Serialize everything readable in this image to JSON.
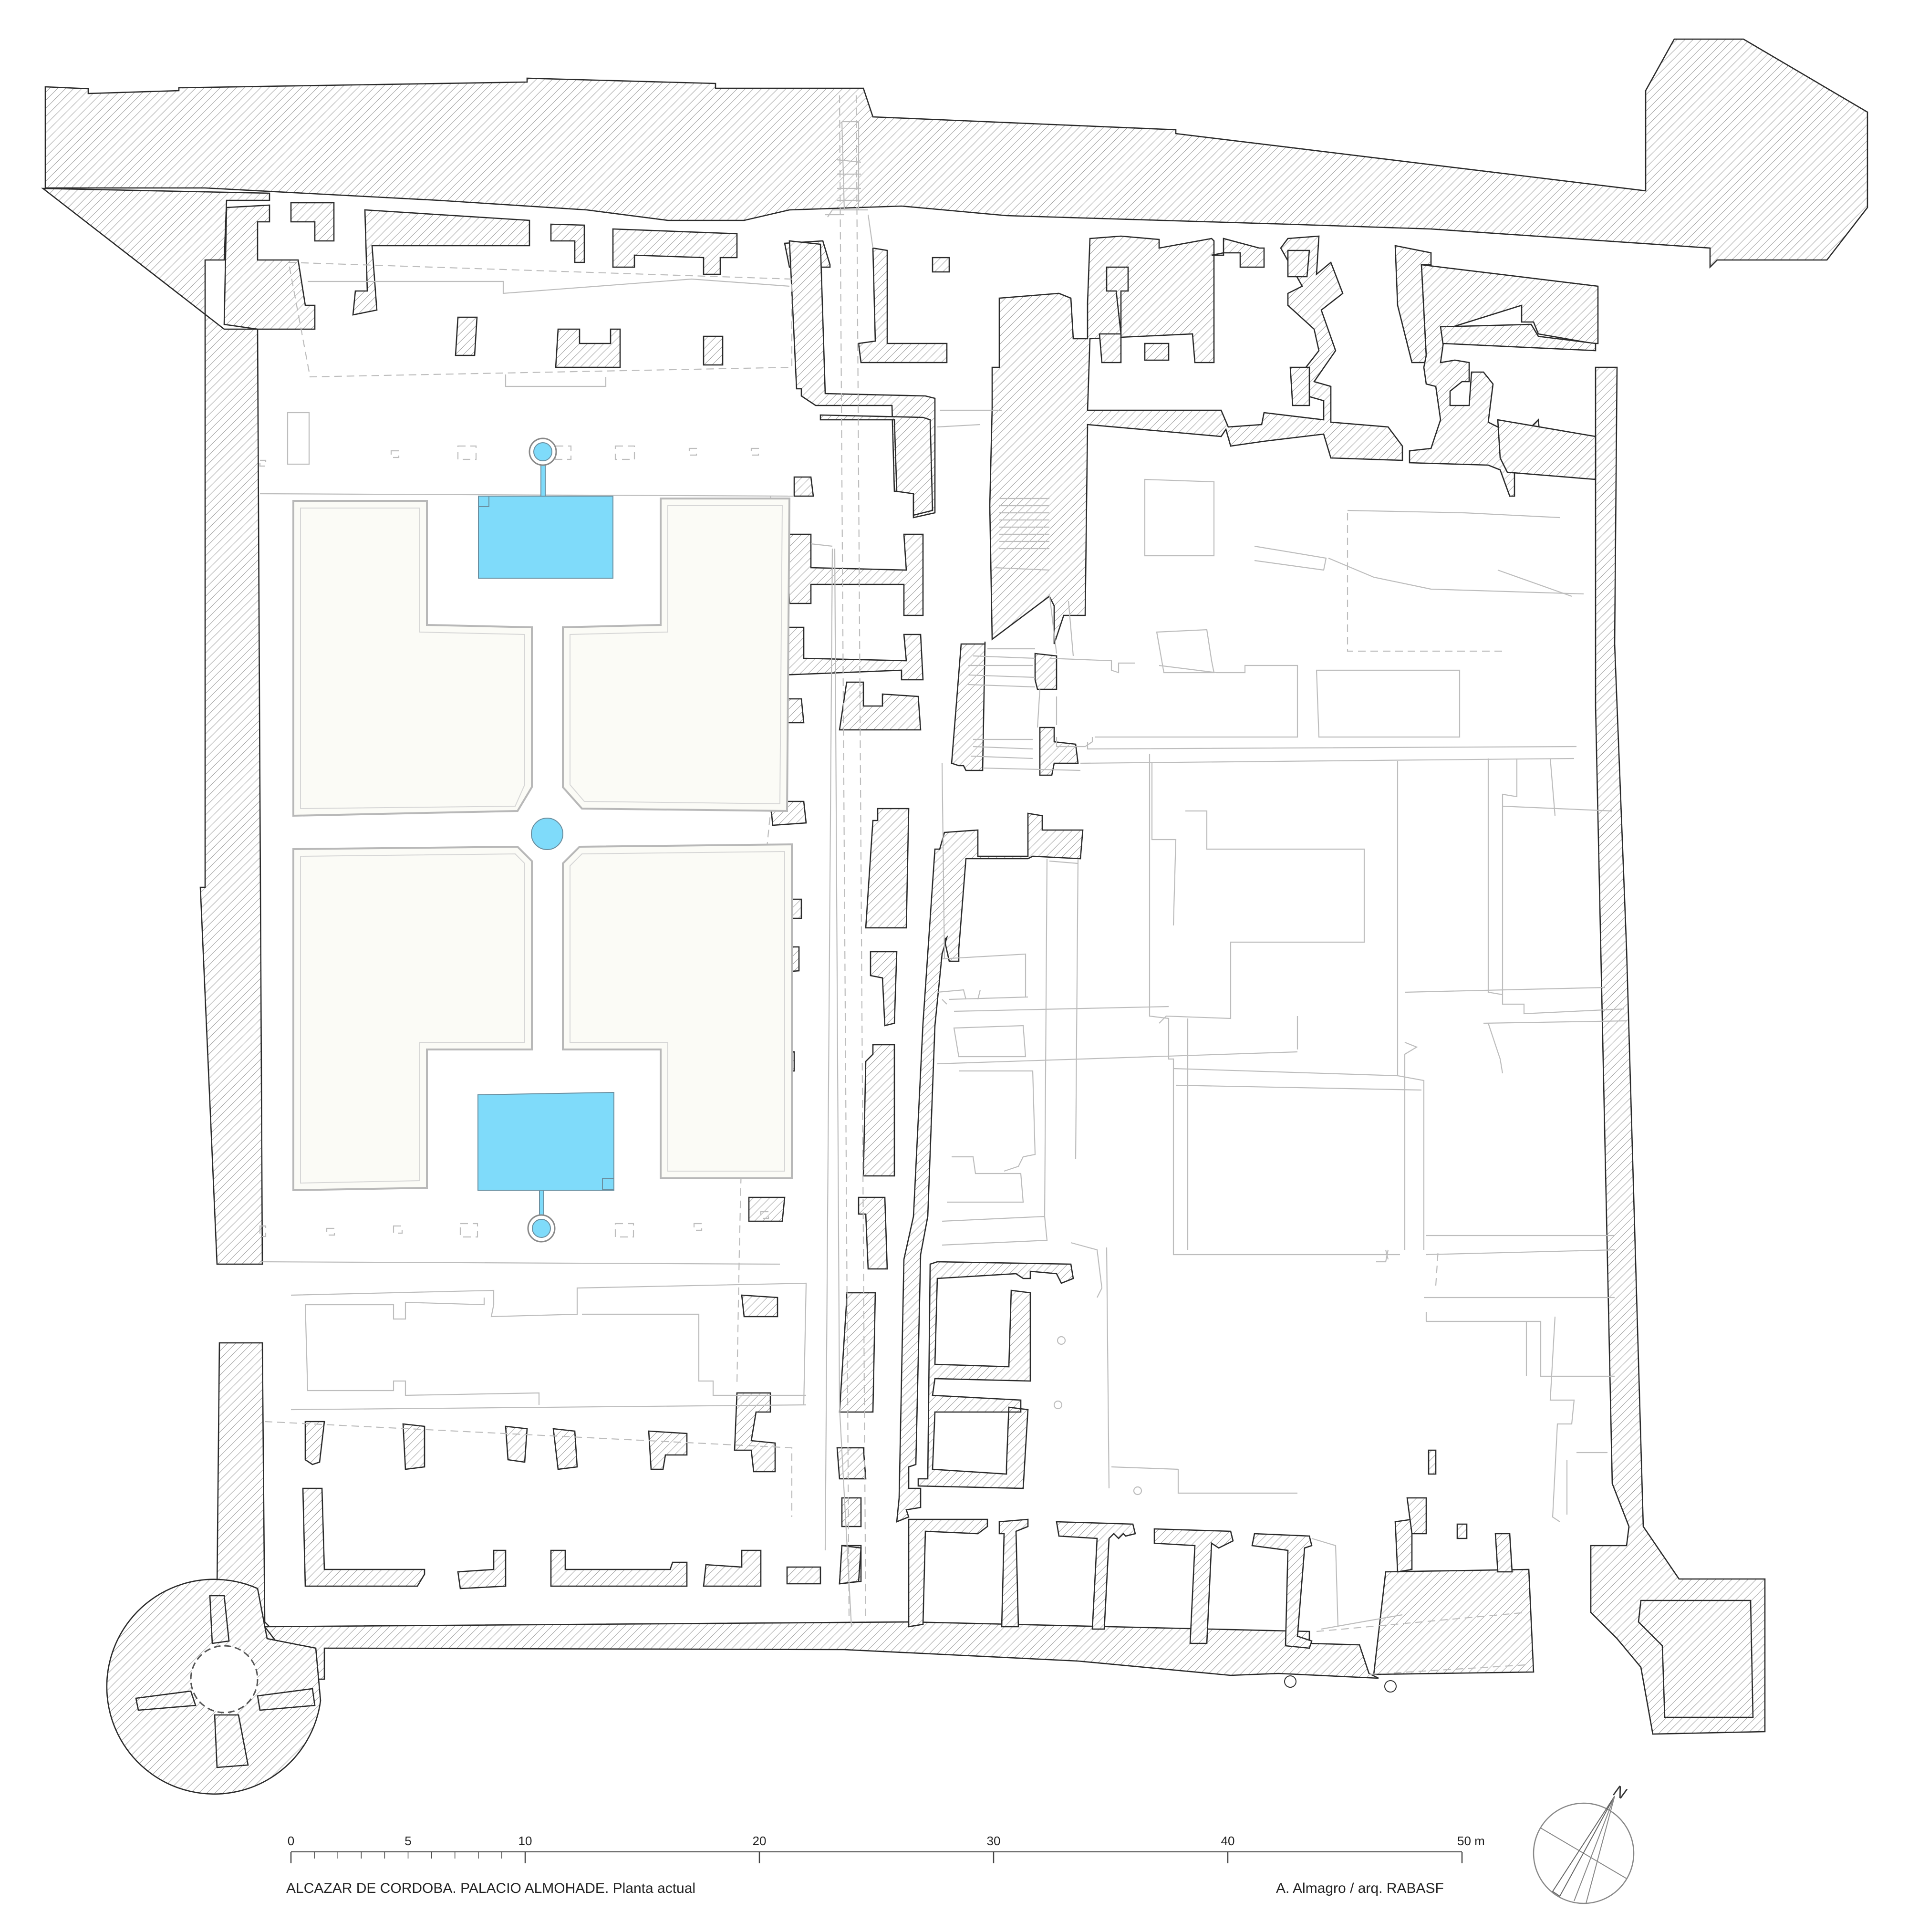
{
  "drawing": {
    "caption": "ALCAZAR DE CORDOBA. PALACIO ALMOHADE. Planta actual",
    "credit": "A. Almagro / arq.   RABASF",
    "north_label": "N",
    "colors": {
      "water": "#7fdbfa",
      "wall_stroke": "#2b2b2b",
      "ghost_lines": "#bdbdbd"
    }
  },
  "scale_bar": {
    "unit": "m",
    "labels": [
      {
        "value": 0,
        "text": "0"
      },
      {
        "value": 5,
        "text": "5"
      },
      {
        "value": 10,
        "text": "10"
      },
      {
        "value": 20,
        "text": "20"
      },
      {
        "value": 30,
        "text": "30"
      },
      {
        "value": 40,
        "text": "40"
      },
      {
        "value": 50,
        "text": "50 m"
      }
    ]
  }
}
